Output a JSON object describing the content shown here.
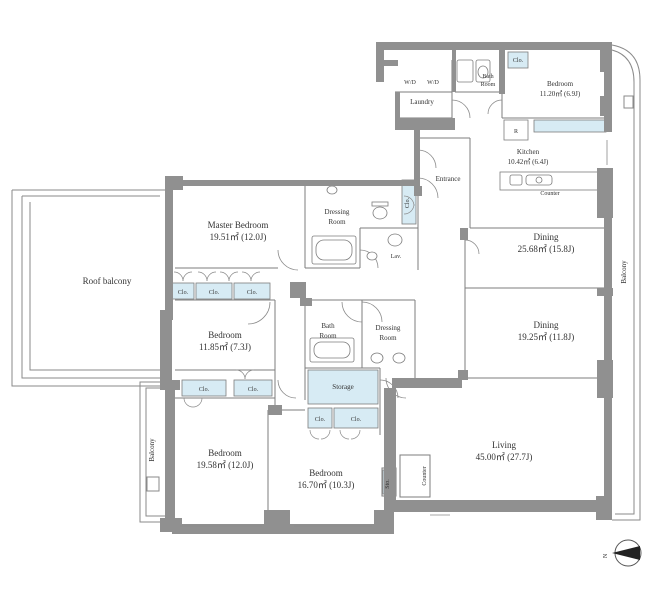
{
  "colors": {
    "wall": "#909090",
    "wall_dark": "#7a7a7a",
    "closet": "#d7ebf4",
    "line": "#7d7d7d",
    "text": "#333333"
  },
  "rooms": {
    "master_bedroom": {
      "name": "Master Bedroom",
      "size": "19.51㎡ (12.0J)"
    },
    "dressing_room_1": {
      "name_line1": "Dressing",
      "name_line2": "Room"
    },
    "laundry": {
      "name": "Laundry"
    },
    "wd_1": "W/D",
    "wd_2": "W/D",
    "bath_room_1": {
      "name_line1": "Bath",
      "name_line2": "Room"
    },
    "bedroom_top": {
      "name": "Bedroom",
      "size": "11.20㎡ (6.9J)"
    },
    "kitchen": {
      "name": "Kitchen",
      "size": "10.42㎡ (6.4J)"
    },
    "refrigerator": "R",
    "kitchen_counter": "Counter",
    "entrance": {
      "name": "Entrance"
    },
    "lav": "Lav.",
    "dining_1": {
      "name": "Dining",
      "size": "25.68㎡ (15.8J)"
    },
    "dining_2": {
      "name": "Dining",
      "size": "19.25㎡ (11.8J)"
    },
    "roof_balcony": {
      "name": "Roof balcony"
    },
    "balcony_right": {
      "name": "Balcony"
    },
    "balcony_left": {
      "name": "Balcony"
    },
    "bedroom_mid": {
      "name": "Bedroom",
      "size": "11.85㎡ (7.3J)"
    },
    "bath_room_2": {
      "name_line1": "Bath",
      "name_line2": "Room"
    },
    "dressing_room_2": {
      "name_line1": "Dressing",
      "name_line2": "Room"
    },
    "storage": {
      "name": "Storage"
    },
    "bedroom_left": {
      "name": "Bedroom",
      "size": "19.58㎡ (12.0J)"
    },
    "bedroom_bottom": {
      "name": "Bedroom",
      "size": "16.70㎡ (10.3J)"
    },
    "living": {
      "name": "Living",
      "size": "45.00㎡ (27.7J)"
    },
    "living_counter": "Counter",
    "sto": "Sto."
  },
  "closet_labels": {
    "clo_top": "Clo.",
    "clo_entrance": "Clo.",
    "clo_master_1": "Clo.",
    "clo_master_2": "Clo.",
    "clo_master_3": "Clo.",
    "clo_bed_1": "Clo.",
    "clo_bed_2": "Clo.",
    "clo_storage_1": "Clo.",
    "clo_storage_2": "Clo."
  },
  "compass": {
    "letter": "N"
  }
}
